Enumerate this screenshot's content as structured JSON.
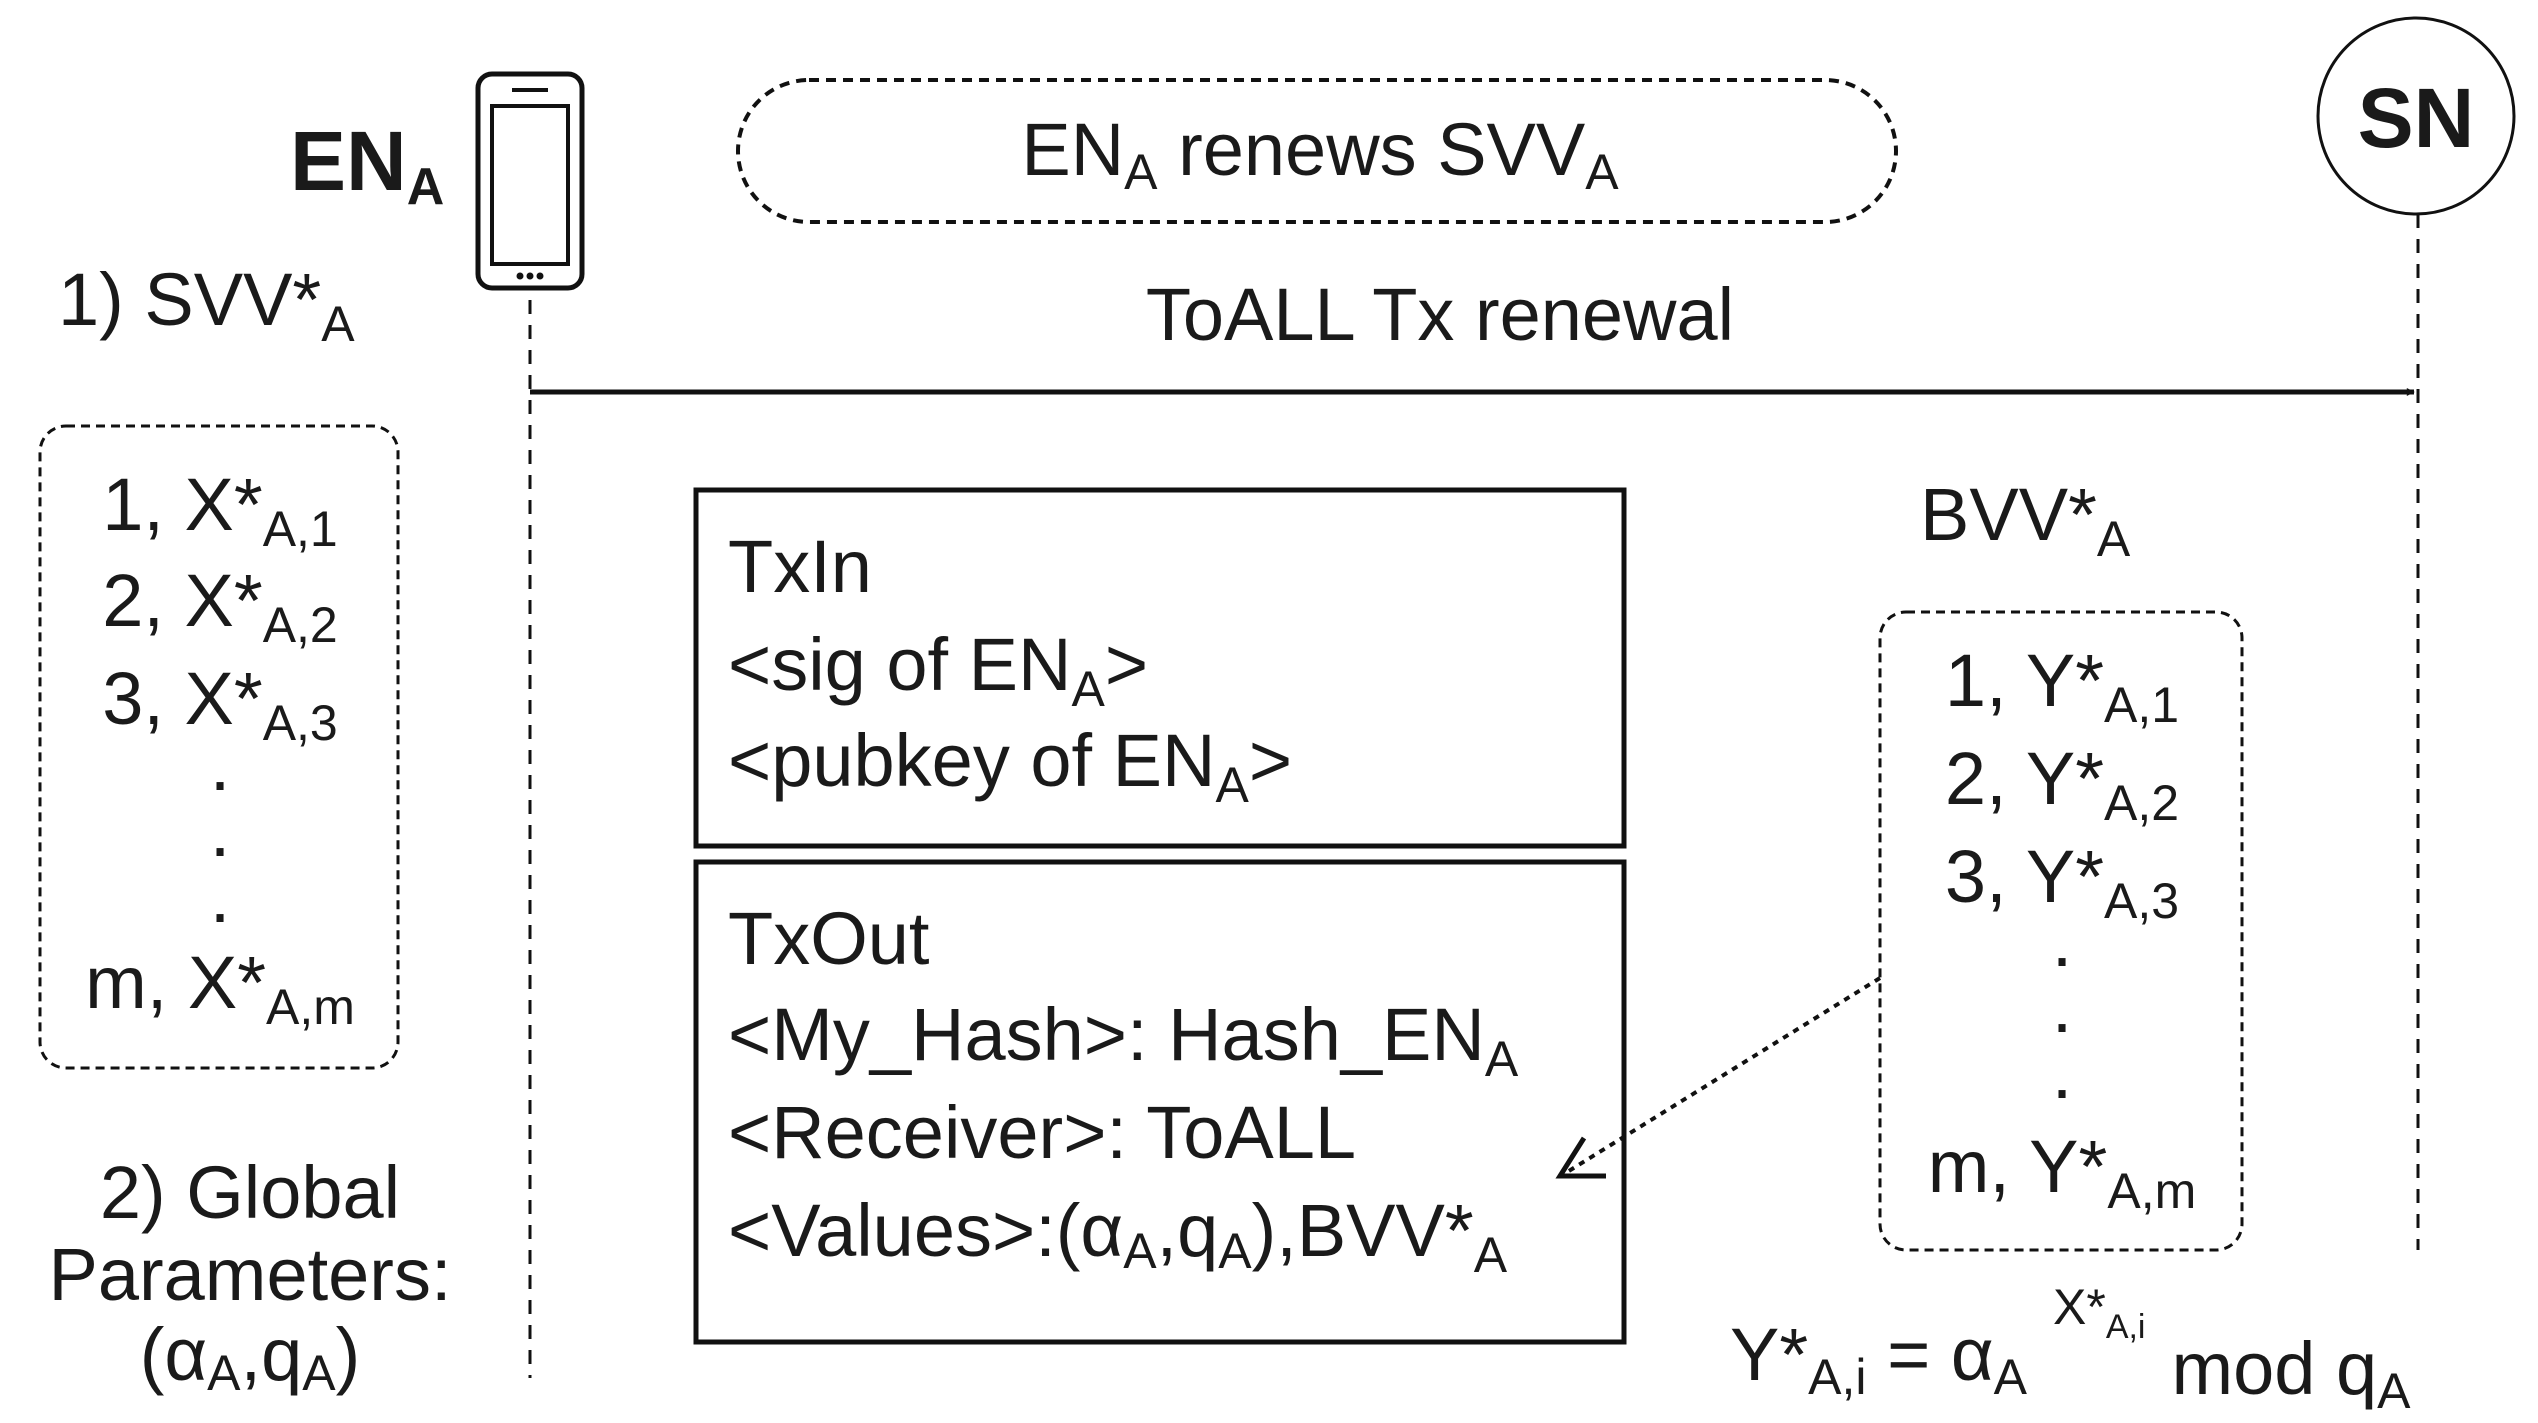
{
  "en_node": {
    "label": "EN",
    "sub": "A"
  },
  "sn_node": {
    "label": "SN"
  },
  "renew_bubble": {
    "t1": "EN",
    "s1": "A",
    "t2": " renews SVV",
    "s2": "A"
  },
  "message": {
    "label": "ToALL Tx renewal"
  },
  "svv_title": {
    "text": "1) SVV*",
    "sub": "A"
  },
  "svv_rows": [
    {
      "main": "1, X*",
      "sub": "A,1"
    },
    {
      "main": "2, X*",
      "sub": "A,2"
    },
    {
      "main": "3, X*",
      "sub": "A,3"
    },
    {
      "main": "m, X*",
      "sub": "A,m"
    }
  ],
  "global": {
    "line1": "2) Global",
    "line2": "Parameters:",
    "line3": {
      "p1": "(α",
      "s1": "A",
      "p2": ",q",
      "s2": "A",
      "p3": ")"
    }
  },
  "txin": {
    "title": "TxIn",
    "sig": {
      "pre": "<sig of EN",
      "sub": "A",
      "post": ">"
    },
    "pubkey": {
      "pre": "<pubkey of EN",
      "sub": "A",
      "post": ">"
    }
  },
  "txout": {
    "title": "TxOut",
    "hash": {
      "pre": "<My_Hash>: Hash_EN",
      "sub": "A"
    },
    "receiver": "<Receiver>: ToALL",
    "values": {
      "p1": "<Values>:(α",
      "s1": "A",
      "p2": ",q",
      "s2": "A",
      "p3": "),BVV*",
      "s3": "A"
    }
  },
  "bvv_title": {
    "text": "BVV*",
    "sub": "A"
  },
  "bvv_rows": [
    {
      "main": "1, Y*",
      "sub": "A,1"
    },
    {
      "main": "2, Y*",
      "sub": "A,2"
    },
    {
      "main": "3, Y*",
      "sub": "A,3"
    },
    {
      "main": "m, Y*",
      "sub": "A,m"
    }
  ],
  "formula": {
    "lhs": "Y*",
    "lhs_sub": "A,i",
    "eq": " = α",
    "alpha_sub": "A",
    "exp": "X*",
    "exp_sub": "A,i",
    "mod": "mod q",
    "q_sub": "A"
  },
  "dots": "."
}
